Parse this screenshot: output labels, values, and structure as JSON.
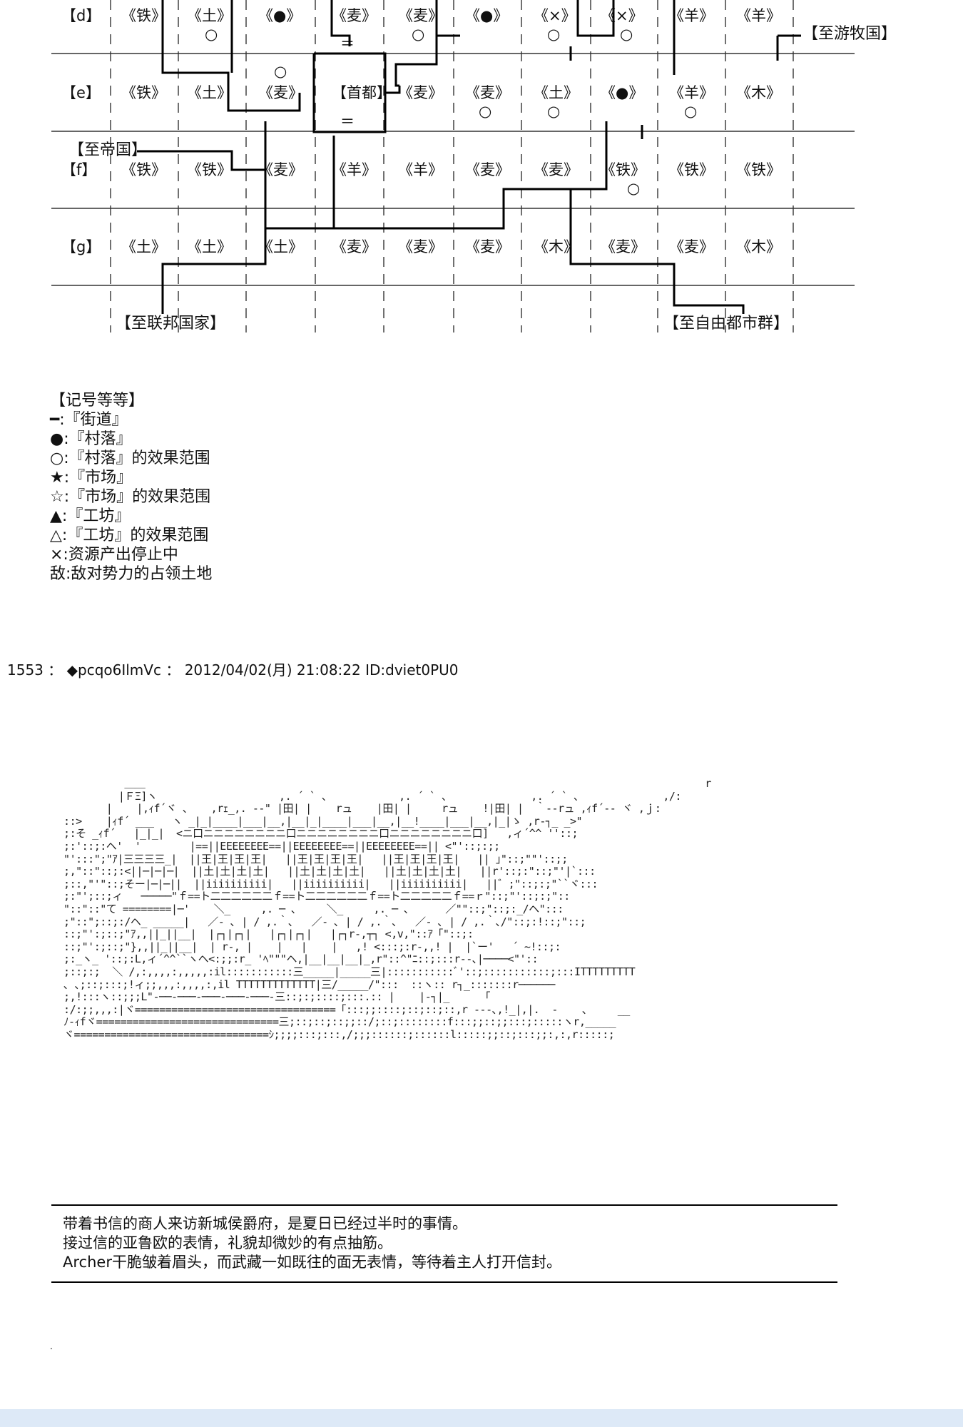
{
  "map": {
    "rows": [
      {
        "label": "【d】",
        "cells": [
          "《铁》",
          "《土》",
          "《●》",
          "《麦》",
          "《麦》",
          "《●》",
          "《×》",
          "《×》",
          "《羊》",
          "《羊》"
        ]
      },
      {
        "label": "【e】",
        "cells": [
          "《铁》",
          "《土》",
          "《麦》",
          "【首都】",
          "《麦》",
          "《麦》",
          "《土》",
          "《●》",
          "《羊》",
          "《木》"
        ]
      },
      {
        "label": "【f】",
        "cells": [
          "《铁》",
          "《铁》",
          "《麦》",
          "《羊》",
          "《羊》",
          "《麦》",
          "《麦》",
          "《铁》",
          "《铁》",
          "《铁》"
        ]
      },
      {
        "label": "【g】",
        "cells": [
          "《土》",
          "《土》",
          "《土》",
          "《麦》",
          "《麦》",
          "《麦》",
          "《木》",
          "《麦》",
          "《麦》",
          "《木》"
        ]
      }
    ],
    "destinations": {
      "nomad": "【至游牧国】",
      "empire": "【至帝国】",
      "federation": "【至联邦国家】",
      "free_cities": "【至自由都市群】"
    },
    "circle_mark": "○",
    "capital_gate": "＝"
  },
  "legend": {
    "title": "【记号等等】",
    "items": [
      "━:『街道』",
      "●:『村落』",
      "○:『村落』的效果范围",
      "★:『市场』",
      "☆:『市场』的效果范围",
      "▲:『工坊』",
      "△:『工坊』的效果范围",
      "×:资源产出停止中",
      "敌:敌对势力的占领土地"
    ]
  },
  "post": {
    "number": "1553",
    "sep1": "：",
    "name": "◆pcqo6IlmVc",
    "sep2": "：",
    "date": "2012/04/02(月) 21:08:22",
    "id": "ID:dviet0PU0"
  },
  "ascii_art": "            ＿＿                                                                                            r\n           |ＦΞ]ヽ                    ,. ´ ` 、           ,. ´ ` 、             ,. ´ ` 、             ,/:\n         |    |,ｨf´ヾ 、   ,rｪ_,. -‐\" |田| |    rュ    |田| |     rュ    !|田| |  ｀-‐rュ ,ｨf´‐‐ ヾ ,ｊ:\n  ::>    |ｨf´ ___   ヽ _|_|____|___|__,|__|_|____|___|__,|__!____|___|__,|_|ゝ ,r‐┐_ _>\"\n  ;:そ _ｨf´   |_|_|  <ニ口ニニニニニニニニ口ニニニニニニニニ口ニニニニニニニニ口]   ,ィ´^^ ''::;\n  ;:'::;:ヘ'  '        |==||EEEEEEEE==||EEEEEEEE==||EEEEEEEE==|| <\"'::;:;;\n  \"':::\";\"ｱ|三三三三_|  ||王|王|王|王|   ||王|王|王|王|   ||王|王|王|王|   || ｣\"::;\"\"'::;;\n  ;,\"::\"::;:<||─|─|─|  ||土|土|土|土|   ||土|土|土|土|   ||土|土|土|土|   ||r'::;:\"::;\"'|`:::\n  ;::,\"'\"::;そー|─|─||  ||iiiiiiiiii|   ||iiiiiiiiii|   ||iiiiiiiiii|   ||゛;\"::;:;\"``ヾ:::\n  ;:\"';::;ィ   ─────\"ｆ==ト二二二二二二ｆ==ト二二二二二二ｆ==ト二二二二二ｆ==ｒ\"::;\"'::;:;\"::\n  \"::\"::\"て ========|─'    ＼_     ,. ─ ､     ＼_     ,. ─ ､      ／\"\"::;\"::;:_/ヘ\":::\n  ;\"::\";::;:/ヘ_ _____|   ／- ､ | / ,.｀､   ／- ､ | / ,.｀､   ／- ､ | / ,.｀､/\"::;:!::;\"::;\n  ::;\"':;::;\"ｱ,,||_||__|  |┌┐|┌┐|   |┌┐|┌┐|   |┌┐r-,┬┐ <,v,\"::ｱ「\"::;:\n  ::;\"':;::;\"},,||_||__|  | r-, |    |   |    |   ,! <:::;:r-,,! |  |`ー'   ´ ~!::;:\n  ;:_ヽ_ '::;:L,ィ´^^``ヽヘ<:;;:r_ 'ﾍ\"\"\"ヘ,|__|__|__|_,r\"::^\"ﾆ::;:::r--､|────<\"'::\n  ;::;:;  ＼ /,:,,,,:,,,,,:il:::::::::::三_____|_____三|:::::::::::ﾞ'::;:::::::::::;:::ITTTTTTTTT\n  ､ ､;::;:::;!ィ;;,,,:,,,,:,il TTTTTTTTTTTTT|三/_____/\":::  ::ヽ:: r┐_:::::::r──────\n  ;,!:::ヽ::;;;L\"‐──‐───‐───‐───‐───‐三::;:;::::;:::.:: |    |-┐|_     「\n  :/:;;,,,:|ヾ=================================「:::;;::::;::;::;::,r ---､,!_|,|.  -    ､     __\n  ﾉ-ｨfヾ==============================三;::;::;::;;::/;::;::::::::f:::;;::;;:::;:::::ヽr,_____\n  ヾ================================ｼ;;;;:::;:::,/;;;::::::;::::::l:::::;;::;:::;;:,:,r:::::;",
  "narration": [
    "带着书信的商人来访新城侯爵府，是夏日已经过半时的事情。",
    "接过信的亚鲁欧的表情，礼貌却微妙的有点抽筋。",
    "Archer干脆皱着眉头，而武藏一如既往的面无表情，等待着主人打开信封。"
  ],
  "trailing_mark": "."
}
